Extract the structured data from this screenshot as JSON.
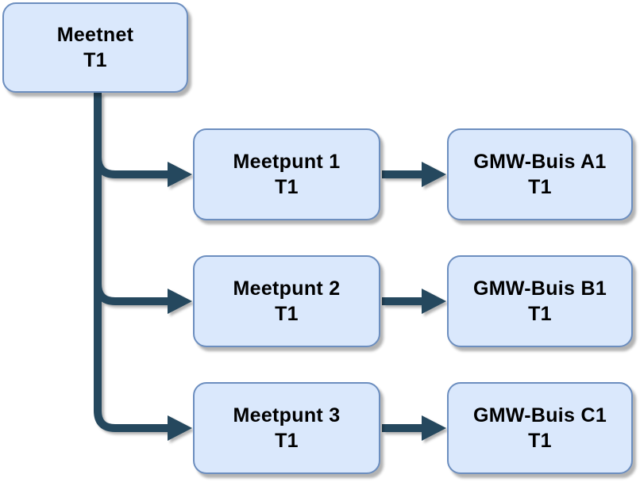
{
  "diagram": {
    "type": "tree",
    "colors": {
      "node_fill": "#dae8fc",
      "node_border": "#6c8ebf",
      "connector": "#25485e",
      "text": "#000000",
      "background": "#ffffff"
    },
    "nodes": {
      "root": {
        "line1": "Meetnet",
        "line2": "T1"
      },
      "mp1": {
        "line1": "Meetpunt 1",
        "line2": "T1"
      },
      "mp2": {
        "line1": "Meetpunt 2",
        "line2": "T1"
      },
      "mp3": {
        "line1": "Meetpunt 3",
        "line2": "T1"
      },
      "gmw1": {
        "line1": "GMW-Buis A1",
        "line2": "T1"
      },
      "gmw2": {
        "line1": "GMW-Buis B1",
        "line2": "T1"
      },
      "gmw3": {
        "line1": "GMW-Buis C1",
        "line2": "T1"
      }
    },
    "edges": [
      {
        "from": "Meetnet T1",
        "to": "Meetpunt 1 T1"
      },
      {
        "from": "Meetnet T1",
        "to": "Meetpunt 2 T1"
      },
      {
        "from": "Meetnet T1",
        "to": "Meetpunt 3 T1"
      },
      {
        "from": "Meetpunt 1 T1",
        "to": "GMW-Buis A1 T1"
      },
      {
        "from": "Meetpunt 2 T1",
        "to": "GMW-Buis B1 T1"
      },
      {
        "from": "Meetpunt 3 T1",
        "to": "GMW-Buis C1 T1"
      }
    ]
  }
}
